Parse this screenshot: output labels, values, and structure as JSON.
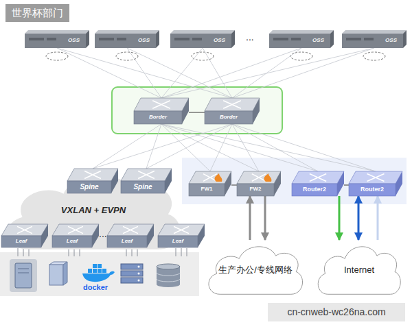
{
  "diagram": {
    "nodes": [
      {
        "text": [
          "OSS"
        ]
      },
      {
        "text": [
          "OSS"
        ]
      },
      {
        "text": [
          "OSS"
        ]
      },
      {
        "text": [
          "OSS"
        ]
      },
      {
        "text": [
          "OSS"
        ]
      },
      {
        "text": [
          "Border"
        ]
      },
      {
        "text": [
          "Border"
        ]
      },
      {
        "text": [
          "FW1"
        ]
      },
      {
        "text": [
          "FW2"
        ]
      },
      {
        "text": [
          "Router2"
        ]
      },
      {
        "text": [
          "Router2"
        ]
      },
      {
        "text": [
          "VXLAN + EVPN"
        ]
      },
      {
        "text": [
          "Spine"
        ]
      },
      {
        "text": [
          "Spine"
        ]
      },
      {
        "text": [
          "Leaf"
        ]
      },
      {
        "text": [
          "Leaf"
        ]
      },
      {
        "text": [
          "Leaf"
        ]
      },
      {
        "text": [
          "Leaf"
        ]
      },
      {
        "text": [
          "生产办公/专线网络"
        ]
      },
      {
        "text": [
          "Internet"
        ]
      }
    ],
    "edges": [
      {
        "from": 0,
        "to": 5,
        "arrow": "none"
      },
      {
        "from": 0,
        "to": 6,
        "arrow": "none"
      },
      {
        "from": 1,
        "to": 5,
        "arrow": "none"
      },
      {
        "from": 1,
        "to": 6,
        "arrow": "none"
      },
      {
        "from": 2,
        "to": 5,
        "arrow": "none"
      },
      {
        "from": 2,
        "to": 6,
        "arrow": "none"
      },
      {
        "from": 3,
        "to": 5,
        "arrow": "none"
      },
      {
        "from": 3,
        "to": 6,
        "arrow": "none"
      },
      {
        "from": 4,
        "to": 5,
        "arrow": "none"
      },
      {
        "from": 4,
        "to": 6,
        "arrow": "none"
      },
      {
        "from": 5,
        "to": 6,
        "arrow": "none"
      },
      {
        "from": 5,
        "to": 12,
        "arrow": "none"
      },
      {
        "from": 5,
        "to": 13,
        "arrow": "none"
      },
      {
        "from": 6,
        "to": 12,
        "arrow": "none"
      },
      {
        "from": 6,
        "to": 13,
        "arrow": "none"
      },
      {
        "from": 5,
        "to": 7,
        "arrow": "none"
      },
      {
        "from": 5,
        "to": 8,
        "arrow": "none"
      },
      {
        "from": 6,
        "to": 7,
        "arrow": "none"
      },
      {
        "from": 6,
        "to": 8,
        "arrow": "none"
      },
      {
        "from": 5,
        "to": 9,
        "arrow": "none"
      },
      {
        "from": 5,
        "to": 10,
        "arrow": "none"
      },
      {
        "from": 6,
        "to": 9,
        "arrow": "none"
      },
      {
        "from": 6,
        "to": 10,
        "arrow": "none"
      },
      {
        "from": 7,
        "to": 8,
        "arrow": "none"
      },
      {
        "from": 9,
        "to": 10,
        "arrow": "none"
      },
      {
        "from": 18,
        "to": 8,
        "arrow": "to"
      },
      {
        "from": 8,
        "to": 18,
        "arrow": "to"
      },
      {
        "from": 9,
        "to": 19,
        "arrow": "to"
      },
      {
        "from": 10,
        "to": 19,
        "arrow": "both"
      },
      {
        "from": 19,
        "to": 10,
        "arrow": "to"
      }
    ],
    "labels": [
      "世界杯部门",
      "...",
      "...",
      "docker",
      "cn-cnweb-wc26na.com"
    ]
  }
}
